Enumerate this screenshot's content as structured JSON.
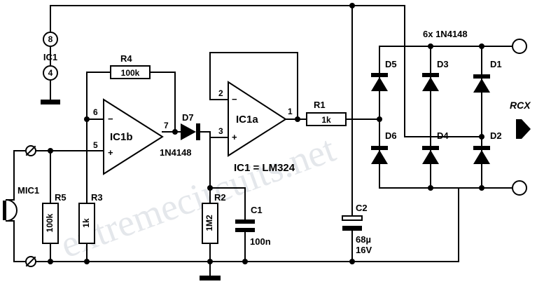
{
  "watermark": "extremecircuits.net",
  "ic": {
    "ic1_label": "IC1",
    "pin_8": "8",
    "pin_4": "4",
    "ic1b_label": "IC1b",
    "ic1a_label": "IC1a",
    "ic1_part": "IC1 = LM324",
    "pin_6": "6",
    "pin_5": "5",
    "pin_7": "7",
    "pin_2": "2",
    "pin_3": "3",
    "pin_1": "1",
    "minus": "−",
    "plus": "+"
  },
  "components": {
    "r1": {
      "name": "R1",
      "value": "1k"
    },
    "r2": {
      "name": "R2",
      "value": "1M2"
    },
    "r3": {
      "name": "R3",
      "value": "1k"
    },
    "r4": {
      "name": "R4",
      "value": "100k"
    },
    "r5": {
      "name": "R5",
      "value": "100k"
    },
    "c1": {
      "name": "C1",
      "value": "100n"
    },
    "c2": {
      "name": "C2",
      "value_1": "68µ",
      "value_2": "16V"
    },
    "d7": {
      "name": "D7",
      "part": "1N4148"
    },
    "mic": {
      "name": "MIC1"
    }
  },
  "diode_bridge": {
    "title": "6x 1N4148",
    "labels": [
      "D5",
      "D3",
      "D1",
      "D6",
      "D4",
      "D2"
    ]
  },
  "output": {
    "label": "RCX"
  }
}
